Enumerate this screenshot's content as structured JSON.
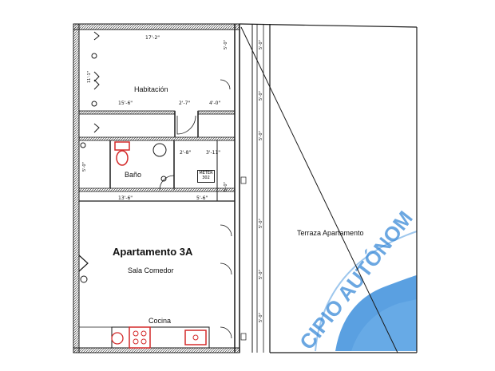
{
  "rooms": {
    "bedroom": "Habitación",
    "bathroom": "Baño",
    "apartment": "Apartamento 3A",
    "living_dining": "Sala Comedor",
    "kitchen": "Cocina",
    "terrace": "Terraza Apartamento"
  },
  "dimensions": {
    "top_width": "17'-2\"",
    "bedroom_width": "15'-6\"",
    "closet_a": "2'-7\"",
    "closet_b": "4'-0\"",
    "hall_a": "2'-8\"",
    "hall_b": "3'-11\"",
    "bath_height": "5'-0\"",
    "living_width": "13'-6\"",
    "entry_width": "5'-6\"",
    "bedroom_height": "11'-1\""
  },
  "meter": {
    "label": "METER",
    "number": "302"
  },
  "stamp": {
    "text": "CIPIO AUTÓNOM"
  },
  "colors": {
    "wall": "#1a1a1a",
    "fixture": "#d42a2a",
    "stamp": "#2f86d6"
  }
}
